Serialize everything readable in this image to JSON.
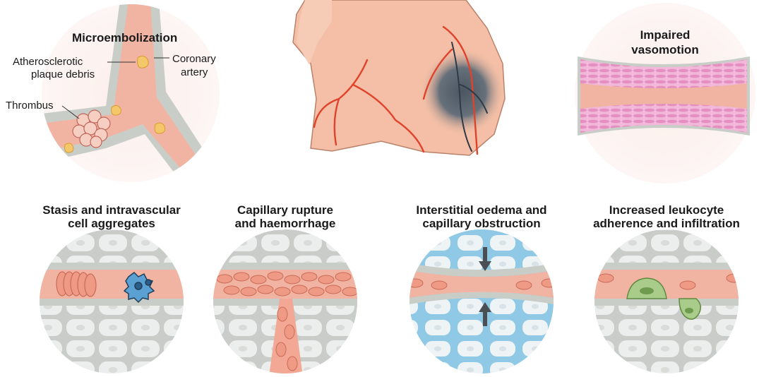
{
  "top": {
    "microembolization": {
      "title": "Microembolization",
      "labels": {
        "plaque_line1": "Atherosclerotic",
        "plaque_line2": "plaque debris",
        "artery_line1": "Coronary",
        "artery_line2": "artery",
        "thrombus": "Thrombus"
      }
    },
    "vasomotion": {
      "title_line1": "Impaired",
      "title_line2": "vasomotion"
    }
  },
  "panels": [
    {
      "line1": "Stasis and intravascular",
      "line2": "cell aggregates"
    },
    {
      "line1": "Capillary rupture",
      "line2": "and haemorrhage"
    },
    {
      "line1": "Interstitial oedema and",
      "line2": "capillary obstruction"
    },
    {
      "line1": "Increased leukocyte",
      "line2": "adherence and infiltration"
    }
  ],
  "colors": {
    "vessel": "#f2b4a2",
    "vessel_wall": "#c9cdc8",
    "heart": "#f4bfa6",
    "coronary": "#e0432b",
    "infarct": "#4b5661",
    "tissue_cell": "#e6e7e6",
    "oedema": "#a9d6ec",
    "smooth_muscle": "#e9a6cf",
    "debris": "#f3c76a",
    "platelet": "#4a86b5",
    "leukocyte": "#a9cc8a"
  }
}
